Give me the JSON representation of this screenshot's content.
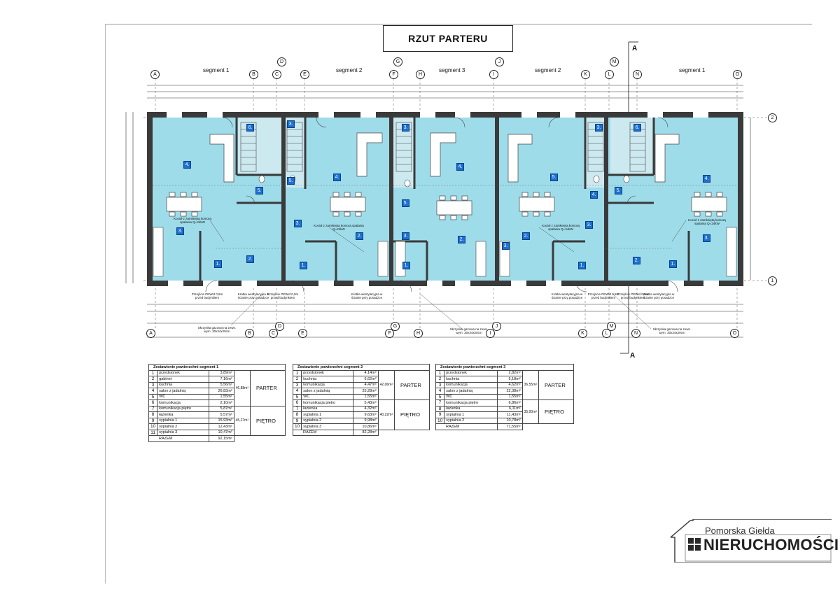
{
  "title": "RZUT PARTERU",
  "section_mark": "A",
  "axes_top": [
    "A",
    "B",
    "C",
    "D",
    "E",
    "F",
    "G",
    "H",
    "I",
    "J",
    "K",
    "L",
    "M",
    "N",
    "O"
  ],
  "axes_right": [
    "2",
    "1"
  ],
  "segment_labels": [
    "segment 1",
    "segment 2",
    "segment 3",
    "segment 2",
    "segment 1"
  ],
  "notes": {
    "boiler": "Kocioł z zamkniętą komorą spalania Q=24kW",
    "vent": "Kratka wentylacyjna w ścianie przy posadzce",
    "fresh_air": "Przejście PEWid 0,5m przed budynkiem",
    "gas_box": "Skrzynka gazowa na zewn. wym. 30x34x20cm"
  },
  "tables": [
    {
      "header": "Zestawienie powierzchni segment 1",
      "parter_rows": [
        {
          "n": "1",
          "name": "przedsionek",
          "area": "3,89m²"
        },
        {
          "n": "2",
          "name": "gabinet",
          "area": "7,16m²"
        },
        {
          "n": "3",
          "name": "kuchnia",
          "area": "5,56m²"
        },
        {
          "n": "4",
          "name": "salon z jadalnią",
          "area": "26,83m²"
        },
        {
          "n": "5",
          "name": "WC",
          "area": "1,55m²"
        },
        {
          "n": "6",
          "name": "komunikacja",
          "area": "2,10m²"
        }
      ],
      "parter_total": "46,88m²",
      "pietro_rows": [
        {
          "n": "7",
          "name": "komunikacja piętro",
          "area": "5,87m²"
        },
        {
          "n": "8",
          "name": "łazienka",
          "area": "5,57m²"
        },
        {
          "n": "9",
          "name": "sypialnia 1",
          "area": "15,93m²"
        },
        {
          "n": "10",
          "name": "sypialnia 2",
          "area": "12,43m²"
        },
        {
          "n": "11",
          "name": "sypialnia 3",
          "area": "10,47m²"
        }
      ],
      "pietro_total": "45,27m²",
      "razem_label": "RAZEM",
      "razem": "92,15m²"
    },
    {
      "header": "Zestawienie powierzchni segment 2",
      "parter_rows": [
        {
          "n": "1",
          "name": "przedsionek",
          "area": "4,14m²"
        },
        {
          "n": "2",
          "name": "kuchnia",
          "area": "6,62m²"
        },
        {
          "n": "3",
          "name": "komunikacja",
          "area": "4,47m²"
        },
        {
          "n": "4",
          "name": "salon z jadalnią",
          "area": "25,28m²"
        },
        {
          "n": "5",
          "name": "WC",
          "area": "1,55m²"
        }
      ],
      "parter_total": "42,06m²",
      "pietro_rows": [
        {
          "n": "6",
          "name": "komunikacja piętro",
          "area": "5,43m²"
        },
        {
          "n": "7",
          "name": "łazienka",
          "area": "4,32m²"
        },
        {
          "n": "8",
          "name": "sypialnia 1",
          "area": "9,63m²"
        },
        {
          "n": "9",
          "name": "sypialnia 2",
          "area": "9,98m²"
        },
        {
          "n": "10",
          "name": "sypialnia 3",
          "area": "10,86m²"
        }
      ],
      "pietro_total": "40,22m²",
      "razem_label": "RAZEM",
      "razem": "82,28m²"
    },
    {
      "header": "Zestawienie powierzchni segment 3",
      "parter_rows": [
        {
          "n": "1",
          "name": "przedsionek",
          "area": "2,82m²"
        },
        {
          "n": "2",
          "name": "kuchnia",
          "area": "5,18m²"
        },
        {
          "n": "3",
          "name": "komunikacja",
          "area": "4,62m²"
        },
        {
          "n": "4",
          "name": "salon z jadalnią",
          "area": "22,38m²"
        },
        {
          "n": "5",
          "name": "WC",
          "area": "1,55m²"
        }
      ],
      "parter_total": "36,55m²",
      "pietro_rows": [
        {
          "n": "7",
          "name": "komunikacja piętro",
          "area": "6,86m²"
        },
        {
          "n": "8",
          "name": "łazienka",
          "area": "6,11m²"
        },
        {
          "n": "9",
          "name": "sypialnia 1",
          "area": "11,43m²"
        },
        {
          "n": "10",
          "name": "sypialnia 2",
          "area": "10,78m²"
        }
      ],
      "pietro_total": "35,00m²",
      "razem_label": "RAZEM",
      "razem": "71,55m²"
    }
  ],
  "level_labels": {
    "parter": "PARTER",
    "pietro": "PIĘTRO"
  },
  "logo": {
    "line1": "Pomorska Giełda",
    "line2": "NIERUCHOMOŚCI"
  },
  "colors": {
    "room_fill": "#9fdcea",
    "wall": "#3a3a3a",
    "label_fill": "#1a6fd1"
  }
}
